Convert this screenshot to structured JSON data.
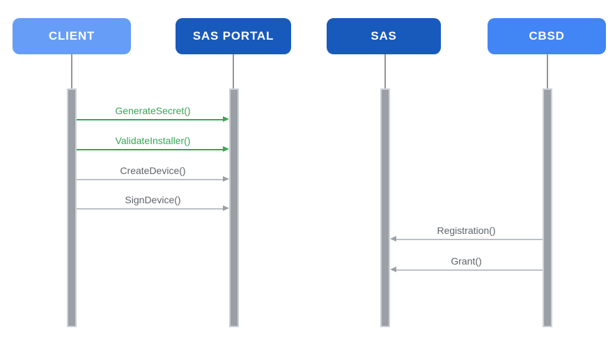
{
  "diagram": {
    "type": "sequence-diagram",
    "background": "#ffffff",
    "actors": [
      {
        "id": "client",
        "label": "CLIENT",
        "color": "#669df6"
      },
      {
        "id": "sas-portal",
        "label": "SAS PORTAL",
        "color": "#185abc"
      },
      {
        "id": "sas",
        "label": "SAS",
        "color": "#185abc"
      },
      {
        "id": "cbsd",
        "label": "CBSD",
        "color": "#4285f4"
      }
    ],
    "messages": [
      {
        "label": "GenerateSecret()",
        "from": "CLIENT",
        "to": "SAS PORTAL",
        "direction": "right",
        "text_color": "#34a853",
        "line_color": "#34a853",
        "arrow_color": "#34a853"
      },
      {
        "label": "ValidateInstaller()",
        "from": "CLIENT",
        "to": "SAS PORTAL",
        "direction": "right",
        "text_color": "#34a853",
        "line_color": "#34a853",
        "arrow_color": "#34a853"
      },
      {
        "label": "CreateDevice()",
        "from": "CLIENT",
        "to": "SAS PORTAL",
        "direction": "right",
        "text_color": "#5f6368",
        "line_color": "#bdc1c6",
        "arrow_color": "#9aa0a6"
      },
      {
        "label": "SignDevice()",
        "from": "CLIENT",
        "to": "SAS PORTAL",
        "direction": "right",
        "text_color": "#5f6368",
        "line_color": "#bdc1c6",
        "arrow_color": "#9aa0a6"
      },
      {
        "label": "Registration()",
        "from": "CBSD",
        "to": "SAS",
        "direction": "left",
        "text_color": "#5f6368",
        "line_color": "#bdc1c6",
        "arrow_color": "#9aa0a6"
      },
      {
        "label": "Grant()",
        "from": "CBSD",
        "to": "SAS",
        "direction": "left",
        "text_color": "#5f6368",
        "line_color": "#bdc1c6",
        "arrow_color": "#9aa0a6"
      }
    ],
    "colors": {
      "actor_light_blue": "#669df6",
      "actor_dark_blue": "#185abc",
      "actor_medium_blue": "#4285f4",
      "message_green": "#34a853",
      "message_gray_text": "#5f6368",
      "lifeline_gray": "#9aa0a6"
    }
  }
}
